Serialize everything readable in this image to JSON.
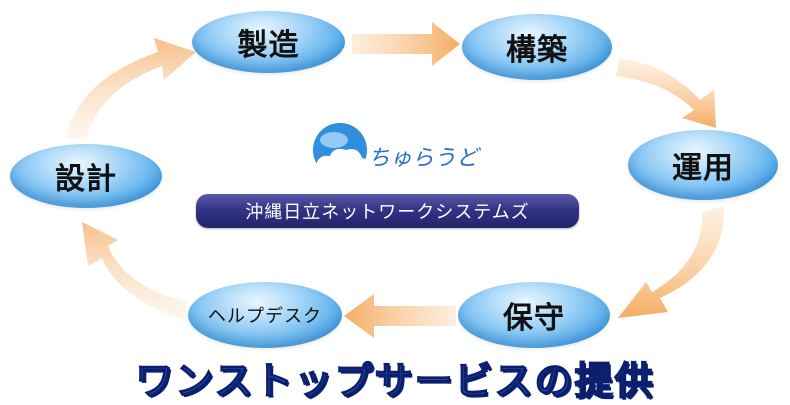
{
  "diagram": {
    "cycle_nodes": [
      {
        "id": "seizo",
        "label": "製造"
      },
      {
        "id": "kochiku",
        "label": "構築"
      },
      {
        "id": "unyo",
        "label": "運用"
      },
      {
        "id": "hoshu",
        "label": "保守"
      },
      {
        "id": "helpdesk",
        "label": "ヘルプデスク"
      },
      {
        "id": "sekkei",
        "label": "設計"
      }
    ],
    "logo_text": "ちゅらうど",
    "company_banner": "沖縄日立ネットワークシステムズ",
    "title": "ワンストップサービスの提供",
    "colors": {
      "node_blue": "#4aa6e8",
      "arrow_peach": "#f6b97a",
      "banner_navy": "#2a2a78",
      "title_blue": "#2f62c9"
    }
  }
}
